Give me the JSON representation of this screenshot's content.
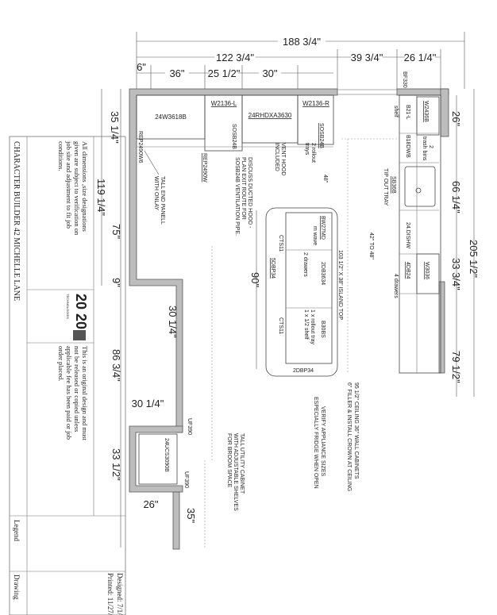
{
  "dimensions": {
    "top": {
      "overall": "188 3/4\"",
      "d122": "122 3/4\"",
      "d39": "39 3/4\"",
      "d26": "26 1/4\"",
      "d6": "6\"",
      "d36": "36\"",
      "d25": "25 1/2\"",
      "d30": "30\""
    },
    "left": {
      "d35": "35 1/4\"",
      "d119": "119 1/4\"",
      "d75": "75\"",
      "d9": "9\"",
      "d30a": "30 1/4\"",
      "d86": "86 3/4\"",
      "d30b": "30 1/4\"",
      "d33": "33 1/2\"",
      "d26": "26\"",
      "d35b": "35\""
    },
    "right": {
      "d26": "26\"",
      "d66": "66 1/4\"",
      "d33": "33 3/4\"",
      "d79": "79 1/2\"",
      "overall": "205 1/2\""
    }
  },
  "cabinets": {
    "w3618": "24W3618B",
    "w2136l": "W2136-L",
    "hood": "24RHDXA3630",
    "w2136r": "W2136-R",
    "sosb1": "SOSB24B",
    "sosb2": "SOSB24B",
    "rep1": "REP2490W6",
    "rep2": "REP2490W",
    "bf330": "BF330",
    "w2436": "W2436B",
    "b21": "B21-L",
    "b18": "B18DWB",
    "sb36": "SB36B",
    "dishw": "24.DISHW",
    "w3036": "W3036",
    "db24": "4DB24",
    "bw27": "BW27MD",
    "db3634": "2DB3634",
    "b30": "B30BS",
    "cts1": "CTS11",
    "cts2": "CTS11",
    "dbp5": "5DBP34",
    "dbp2": "2DBP34",
    "uf1": "UF390",
    "uf2": "UF390",
    "ucs": "24UCS3090B"
  },
  "notes": {
    "shelf": "shelf",
    "trash": [
      "2",
      "trash bins"
    ],
    "tipout": "TIP OUT TRAY",
    "rollout": [
      "2 rollout",
      "trays"
    ],
    "n48": "48\"",
    "vent": [
      "VENT HOOD",
      "INCLUDED"
    ],
    "duct": [
      "DISCUSS  DUCTED HOOD -",
      "PLAN EXIT ROUTE FOR",
      "SOSB24B VENTILATION PIPE."
    ],
    "tallend": [
      "TALL END PANELL",
      "WITH ONLAY"
    ],
    "n42": "42\" TO 48\"",
    "drawers4": "4 drawers",
    "island": "103 1/2\" X  38\" ISLAND TOP",
    "mwave": "m wave",
    "drawers2": "2 drawers",
    "b30": [
      "1 x rollout tray",
      "1 x 1/2 shelf"
    ],
    "island90": "90\"",
    "ceiling": [
      "95 1/2\" CEILING  36\" WALL CABINETS",
      "6\" FILLER & INSTALL CROWN AT CEILING"
    ],
    "verify": [
      "VERIFY APPLIANCE SIZES",
      "ESPECIALLY FRIDGE WHEN OPEN"
    ],
    "utility": [
      "TALL UTILITY CABINET",
      "WITH ADJUSTABLE SHELVES",
      "FOR BROOM SPACE"
    ]
  },
  "title_block": {
    "project": "CHARACTER  BUILDER  42 MICHELLE LANE",
    "disclaimer": [
      "All dimensions ,size designations",
      "given are subject to verification on",
      "job site and adjustment to fit job",
      "conditions."
    ],
    "logo": "20 20",
    "logo_sub": "TECHNOLOGIES",
    "copyright": [
      "This is an original design and must",
      "not be released or copied unless",
      "applicable fee has been paid or job",
      "order placed."
    ],
    "legend": "Legend",
    "designed": "Designed: 7/1/",
    "printed": "Printed: 11/27/",
    "drawing": "Drawing"
  }
}
